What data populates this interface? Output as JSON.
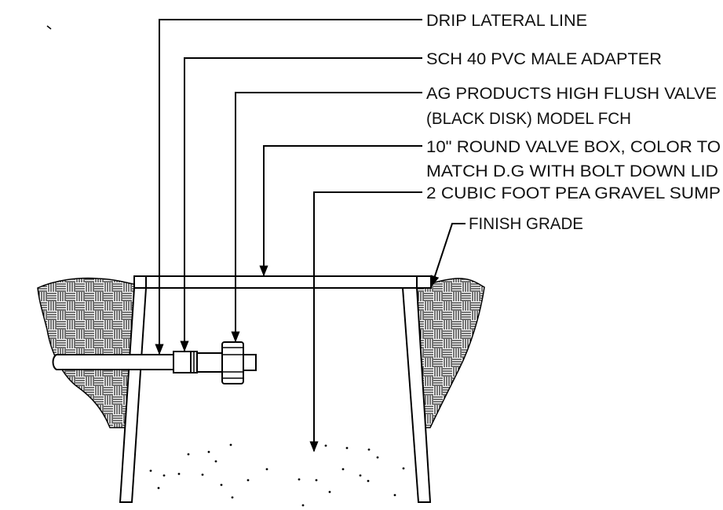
{
  "callouts": {
    "drip_lateral_line": "DRIP LATERAL LINE",
    "male_adapter": "SCH 40 PVC MALE ADAPTER",
    "flush_valve_line1": "AG PRODUCTS HIGH FLUSH VALVE",
    "flush_valve_line2": "(BLACK DISK) MODEL FCH",
    "valve_box_line1": "10\" ROUND VALVE BOX, COLOR TO",
    "valve_box_line2": "MATCH D.G WITH BOLT DOWN LID",
    "gravel_sump": "2 CUBIC FOOT PEA GRAVEL SUMP",
    "finish_grade": "FINISH GRADE"
  }
}
